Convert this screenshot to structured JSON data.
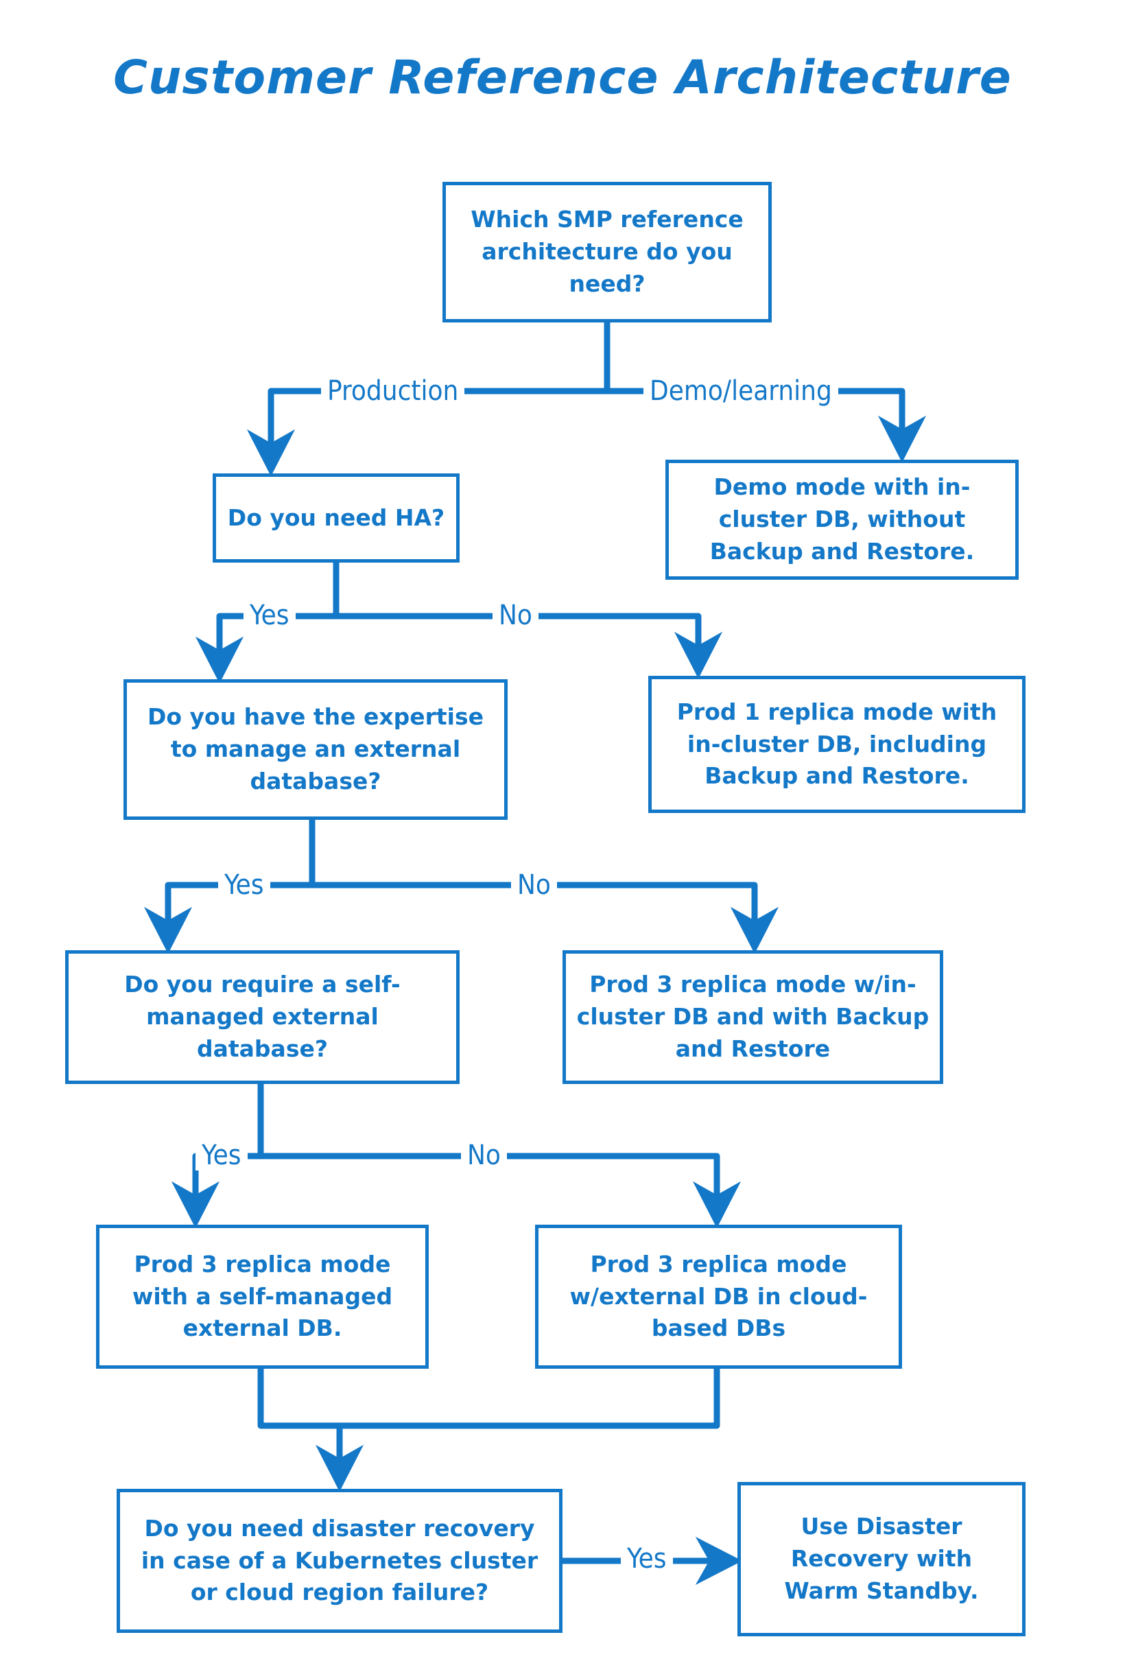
{
  "page": {
    "title": "Customer Reference Architecture",
    "accent_color": "#1478C8",
    "background_color": "#FFFFFF",
    "type": "decision-flowchart"
  },
  "nodes": {
    "start": "Which SMP reference architecture do you need?",
    "demo_result": "Demo mode with in-cluster DB, without Backup and Restore.",
    "ha_question": "Do you need HA?",
    "prod1_result": "Prod 1 replica mode with in-cluster DB, including Backup and Restore.",
    "expertise_question": "Do you have the expertise to manage an external database?",
    "prod3_incluster_result": "Prod 3 replica mode w/in-cluster DB and with Backup and Restore",
    "selfmanaged_question": "Do you require a self-managed external database?",
    "prod3_selfmanaged_result": "Prod 3 replica mode with a self-managed external DB.",
    "prod3_cloud_result": "Prod 3 replica mode w/external DB in cloud-based DBs",
    "dr_question": "Do you need disaster recovery in case of a Kubernetes cluster or cloud region failure?",
    "dr_result": "Use Disaster Recovery with Warm Standby."
  },
  "edge_labels": {
    "production": "Production",
    "demo_learning": "Demo/learning",
    "ha_yes": "Yes",
    "ha_no": "No",
    "expertise_yes": "Yes",
    "expertise_no": "No",
    "selfmanaged_yes": "Yes",
    "selfmanaged_no": "No",
    "dr_yes": "Yes"
  }
}
